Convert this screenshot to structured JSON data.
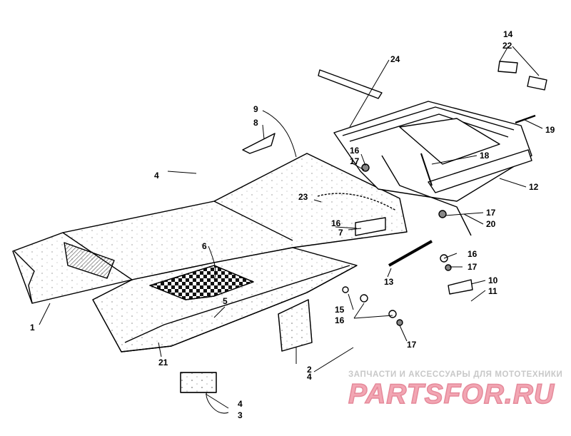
{
  "callouts": {
    "c1": "1",
    "c2": "2",
    "c3": "3",
    "c4a": "4",
    "c4b": "4",
    "c4c": "4",
    "c5": "5",
    "c6": "6",
    "c7": "7",
    "c8": "8",
    "c9": "9",
    "c10": "10",
    "c11": "11",
    "c12": "12",
    "c13": "13",
    "c14": "14",
    "c15": "15",
    "c16a": "16",
    "c16b": "16",
    "c16c": "16",
    "c16d": "16",
    "c17a": "17",
    "c17b": "17",
    "c17c": "17",
    "c17d": "17",
    "c18": "18",
    "c19": "19",
    "c20": "20",
    "c21": "21",
    "c22": "22",
    "c23": "23",
    "c24": "24"
  },
  "watermark": {
    "tagline": "ЗАПЧАСТИ И АКСЕССУАРЫ ДЛЯ МОТОТЕХНИКИ",
    "logo": "PARTSFOR.RU"
  }
}
